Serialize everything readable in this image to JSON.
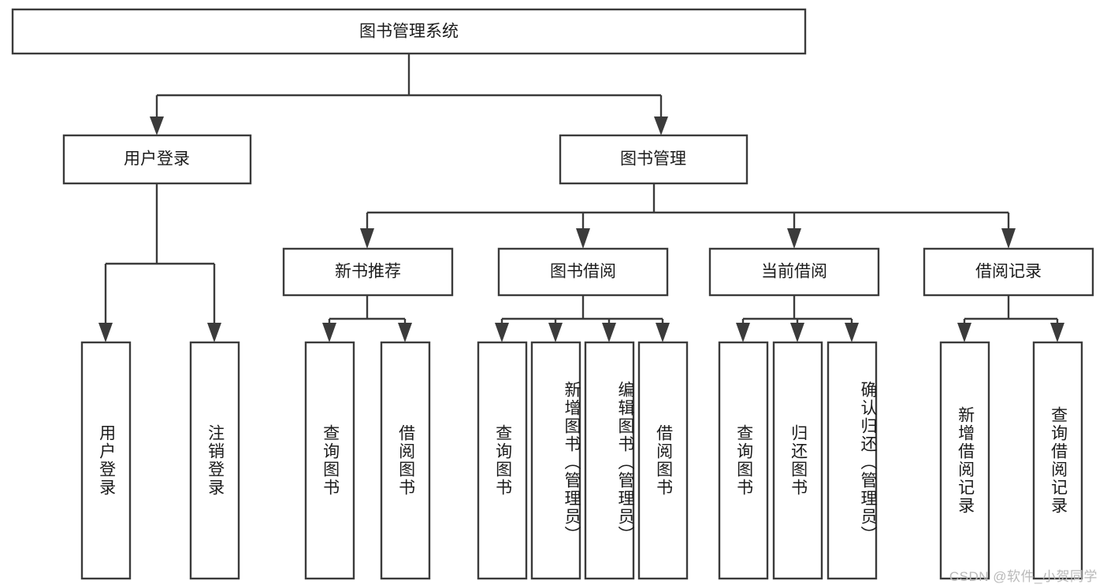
{
  "diagram": {
    "type": "tree",
    "title": "图书管理系统",
    "root": {
      "label": "图书管理系统"
    },
    "level1": [
      {
        "label": "用户登录"
      },
      {
        "label": "图书管理"
      }
    ],
    "level2": [
      {
        "label": "新书推荐"
      },
      {
        "label": "图书借阅"
      },
      {
        "label": "当前借阅"
      },
      {
        "label": "借阅记录"
      }
    ],
    "leaves": {
      "user_login": [
        "用户登录",
        "注销登录"
      ],
      "new_book_recommend": [
        "查询图书",
        "借阅图书"
      ],
      "book_borrow": [
        "查询图书",
        "新增图书（管理员）",
        "编辑图书（管理员）",
        "借阅图书"
      ],
      "current_borrow": [
        "查询图书",
        "归还图书",
        "确认归还（管理员）"
      ],
      "borrow_record": [
        "新增借阅记录",
        "查询借阅记录"
      ]
    }
  },
  "watermark": {
    "text": "CSDN @软件_小贺同学"
  },
  "colors": {
    "stroke": "#3b3b3b",
    "fill": "#ffffff",
    "text": "#1b1b1b",
    "watermark": "#b9b9b9"
  }
}
